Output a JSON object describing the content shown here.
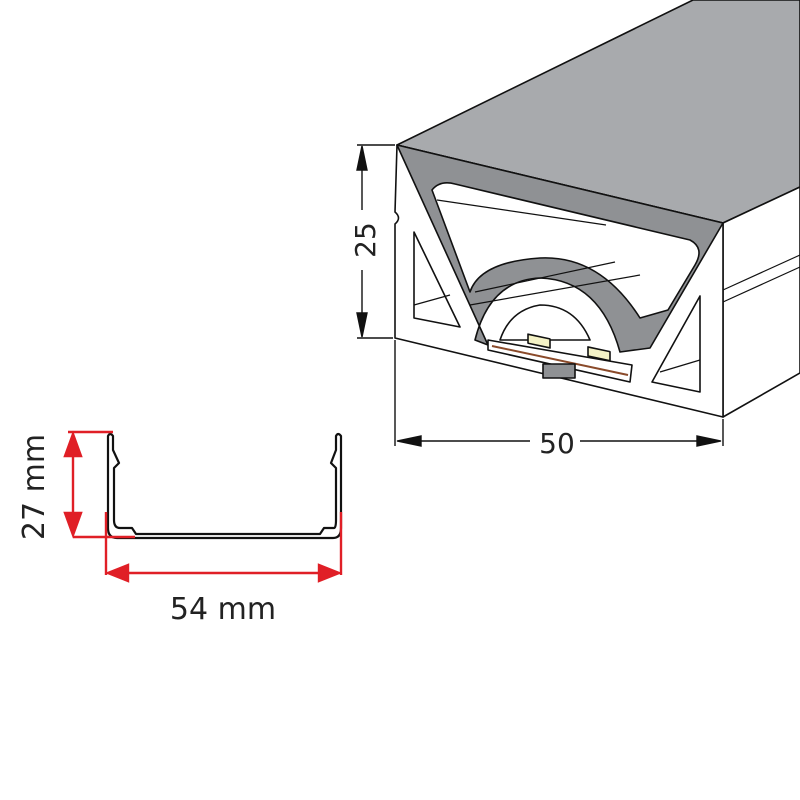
{
  "profile_3d": {
    "height_label": "25",
    "width_label": "50"
  },
  "profile_2d": {
    "height_label": "27 mm",
    "width_label": "54 mm"
  },
  "colors": {
    "top_face": "#a8aaad",
    "inner": "#8f9194",
    "dimension_red": "#e01f26",
    "outline": "#111111"
  }
}
